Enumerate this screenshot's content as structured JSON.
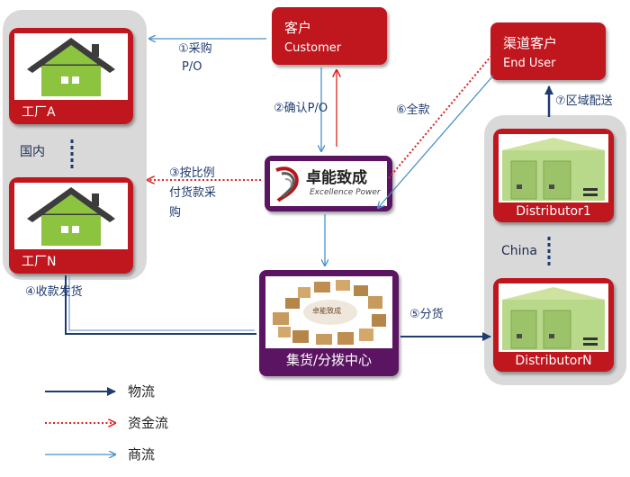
{
  "customer": {
    "title": "客户",
    "subtitle": "Customer"
  },
  "end_user": {
    "title": "渠道客户",
    "subtitle": "End User"
  },
  "factories": {
    "top_label": "工厂A",
    "bottom_label": "工厂N",
    "group_label": "国内"
  },
  "distributors": {
    "top_label": "Distributor1",
    "bottom_label": "DistributorN",
    "group_label": "China"
  },
  "company_logo": {
    "name": "卓能致成",
    "subtitle": "Excellence Power"
  },
  "hub": {
    "label": "集货/分拨中心",
    "stamp": "卓能致成"
  },
  "steps": {
    "s1_line1": "①采购",
    "s1_line2": "P/O",
    "s2": "②确认P/O",
    "s3_line1": "③按比例",
    "s3_line2": "付货款采",
    "s3_line3": "购",
    "s4": "④收款发货",
    "s5": "⑤分货",
    "s6": "⑥全款",
    "s7": "⑦区域配送"
  },
  "legend": {
    "logistics": "物流",
    "funds": "资金流",
    "commerce": "商流"
  },
  "colors": {
    "box_red": "#c0161d",
    "box_purple": "#5b1461",
    "panel_gray": "#d9d9d9",
    "logistics_arrow": "#1f3b70",
    "funds_arrow": "#e02020",
    "commerce_arrow": "#4a90c8"
  }
}
